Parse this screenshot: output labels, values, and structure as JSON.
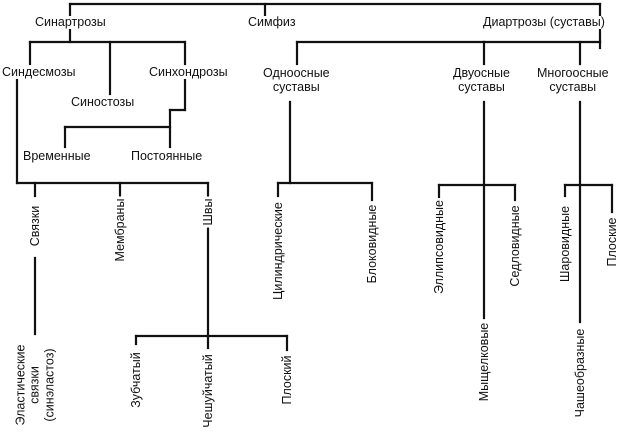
{
  "nodes": {
    "sinartrozy": "Синартрозы",
    "simfiz": "Симфиз",
    "diartrozy": "Диартрозы (суставы)",
    "sindesmozy": "Синдесмозы",
    "sinkhondrozy": "Синхондрозы",
    "sinostozy": "Синостозы",
    "vremennye": "Временные",
    "postoyannye": "Постоянные",
    "odnoosnye": "Одноосные\nсуставы",
    "dvuosnye": "Двуосные\nсуставы",
    "mnogoosnye": "Многоосные\nсуставы",
    "svyazki": "Связки",
    "membrany": "Мембраны",
    "shvy": "Швы",
    "elasticheskie": "Эластические\nсвязки\n(синэластоз)",
    "zubchatyi": "Зубчатый",
    "cheshuichatyi": "Чешуйчатый",
    "ploskii": "Плоский",
    "tsilindricheskie": "Цилиндрические",
    "blokovidnye": "Блоковидные",
    "ellipsovidnye": "Эллипсовидные",
    "myshelkovye": "Мыщелковые",
    "sedlovidnye": "Седловидные",
    "sharovidnye": "Шаровидные",
    "ploskie": "Плоские",
    "chashevidnye": "Чашеобразные"
  }
}
